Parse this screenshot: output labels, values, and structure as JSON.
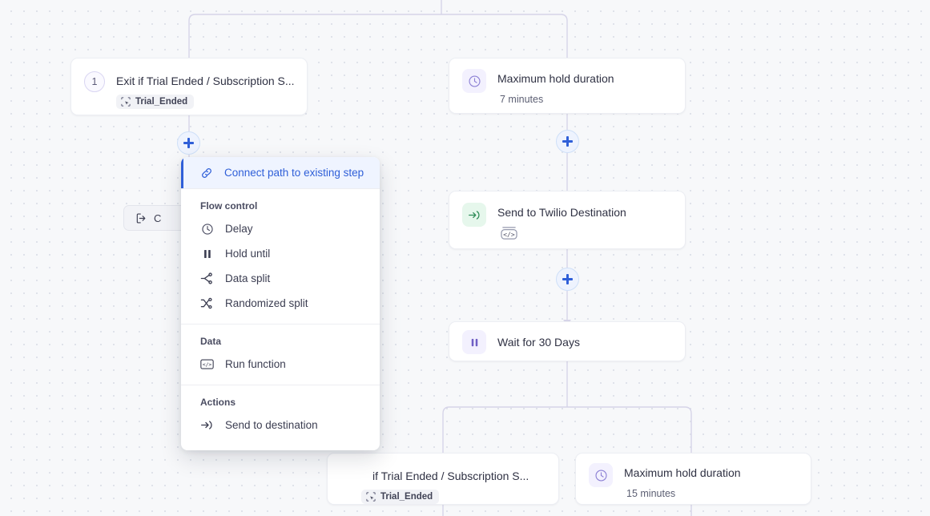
{
  "canvas": {
    "background_color": "#f7f8fa",
    "dot_color": "#dfe2ea"
  },
  "colors": {
    "accent_blue": "#2f5fd8",
    "highlight_bg": "#eff4ff",
    "purple_icon_bg": "#f3f1fe",
    "green_icon_bg": "#e6f7ec",
    "connector": "#d6d4e8",
    "node_border": "#eceef3"
  },
  "nodes": [
    {
      "id": "exit-trial-top",
      "badge": "1",
      "title": "Exit if Trial Ended / Subscription S...",
      "tag": "Trial_Ended"
    },
    {
      "id": "max-hold-top",
      "title": "Maximum hold duration",
      "subtitle": "7 minutes"
    },
    {
      "id": "send-twilio",
      "title": "Send to Twilio Destination"
    },
    {
      "id": "wait-30-days",
      "title": "Wait for 30 Days"
    },
    {
      "id": "exit-trial-bottom",
      "title": "if Trial Ended / Subscription S...",
      "tag": "Trial_Ended"
    },
    {
      "id": "max-hold-bottom",
      "title": "Maximum hold duration",
      "subtitle": "15 minutes"
    }
  ],
  "ghost_button": {
    "label": "C"
  },
  "menu": {
    "highlight": {
      "label": "Connect path to existing step",
      "icon": "link-icon"
    },
    "sections": [
      {
        "heading": "Flow control",
        "items": [
          {
            "label": "Delay",
            "icon": "clock-icon"
          },
          {
            "label": "Hold until",
            "icon": "pause-icon"
          },
          {
            "label": "Data split",
            "icon": "data-split-icon"
          },
          {
            "label": "Randomized split",
            "icon": "randomized-split-icon"
          }
        ]
      },
      {
        "heading": "Data",
        "items": [
          {
            "label": "Run function",
            "icon": "code-icon"
          }
        ]
      },
      {
        "heading": "Actions",
        "items": [
          {
            "label": "Send to destination",
            "icon": "arrow-into-icon"
          }
        ]
      }
    ]
  }
}
